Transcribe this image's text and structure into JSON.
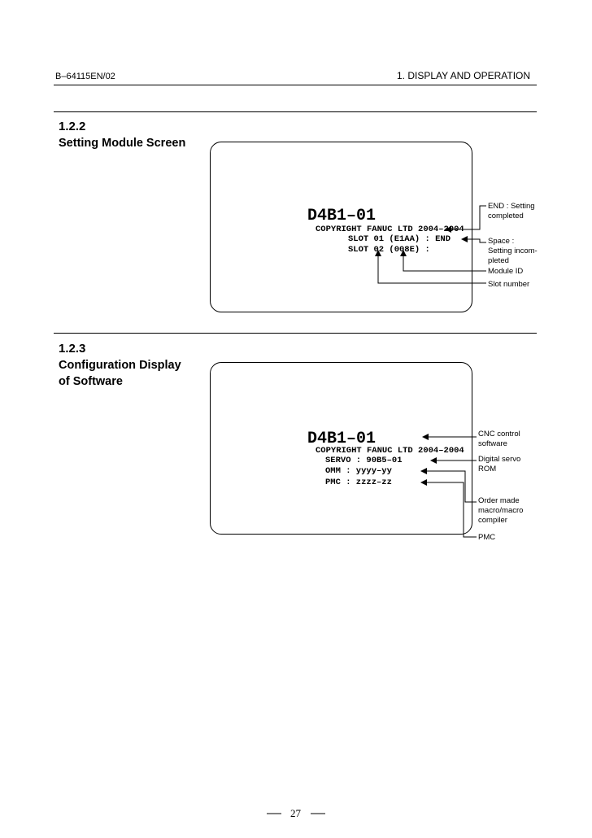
{
  "header": {
    "doc_id": "B–64115EN/02",
    "chapter": "1. DISPLAY AND OPERATION"
  },
  "section1": {
    "number": "1.2.2",
    "title": "Setting Module Screen",
    "screen": {
      "software_id": "D4B1–01",
      "copyright": "COPYRIGHT FANUC LTD 2004–2004",
      "slot1": "SLOT 01 (E1AA) : END",
      "slot2": "SLOT 02 (008E) :"
    },
    "annotations": {
      "end_line1": "END : Setting",
      "end_line2": "completed",
      "space_line1": "Space :",
      "space_line2": "Setting incom-",
      "space_line3": "pleted",
      "module_id": "Module ID",
      "slot_number": "Slot number"
    }
  },
  "section2": {
    "number": "1.2.3",
    "title_line1": "Configuration Display",
    "title_line2": "of Software",
    "screen": {
      "software_id": "D4B1–01",
      "copyright": "COPYRIGHT FANUC LTD 2004–2004",
      "servo": "SERVO : 90B5–01",
      "omm": "OMM : yyyy–yy",
      "pmc": "PMC : zzzz–zz"
    },
    "annotations": {
      "cnc_line1": "CNC control",
      "cnc_line2": "software",
      "servo_line1": "Digital servo",
      "servo_line2": "ROM",
      "order_line1": "Order made",
      "order_line2": "macro/macro",
      "order_line3": "compiler",
      "pmc": "PMC"
    }
  },
  "footer": {
    "page_number": "27"
  }
}
